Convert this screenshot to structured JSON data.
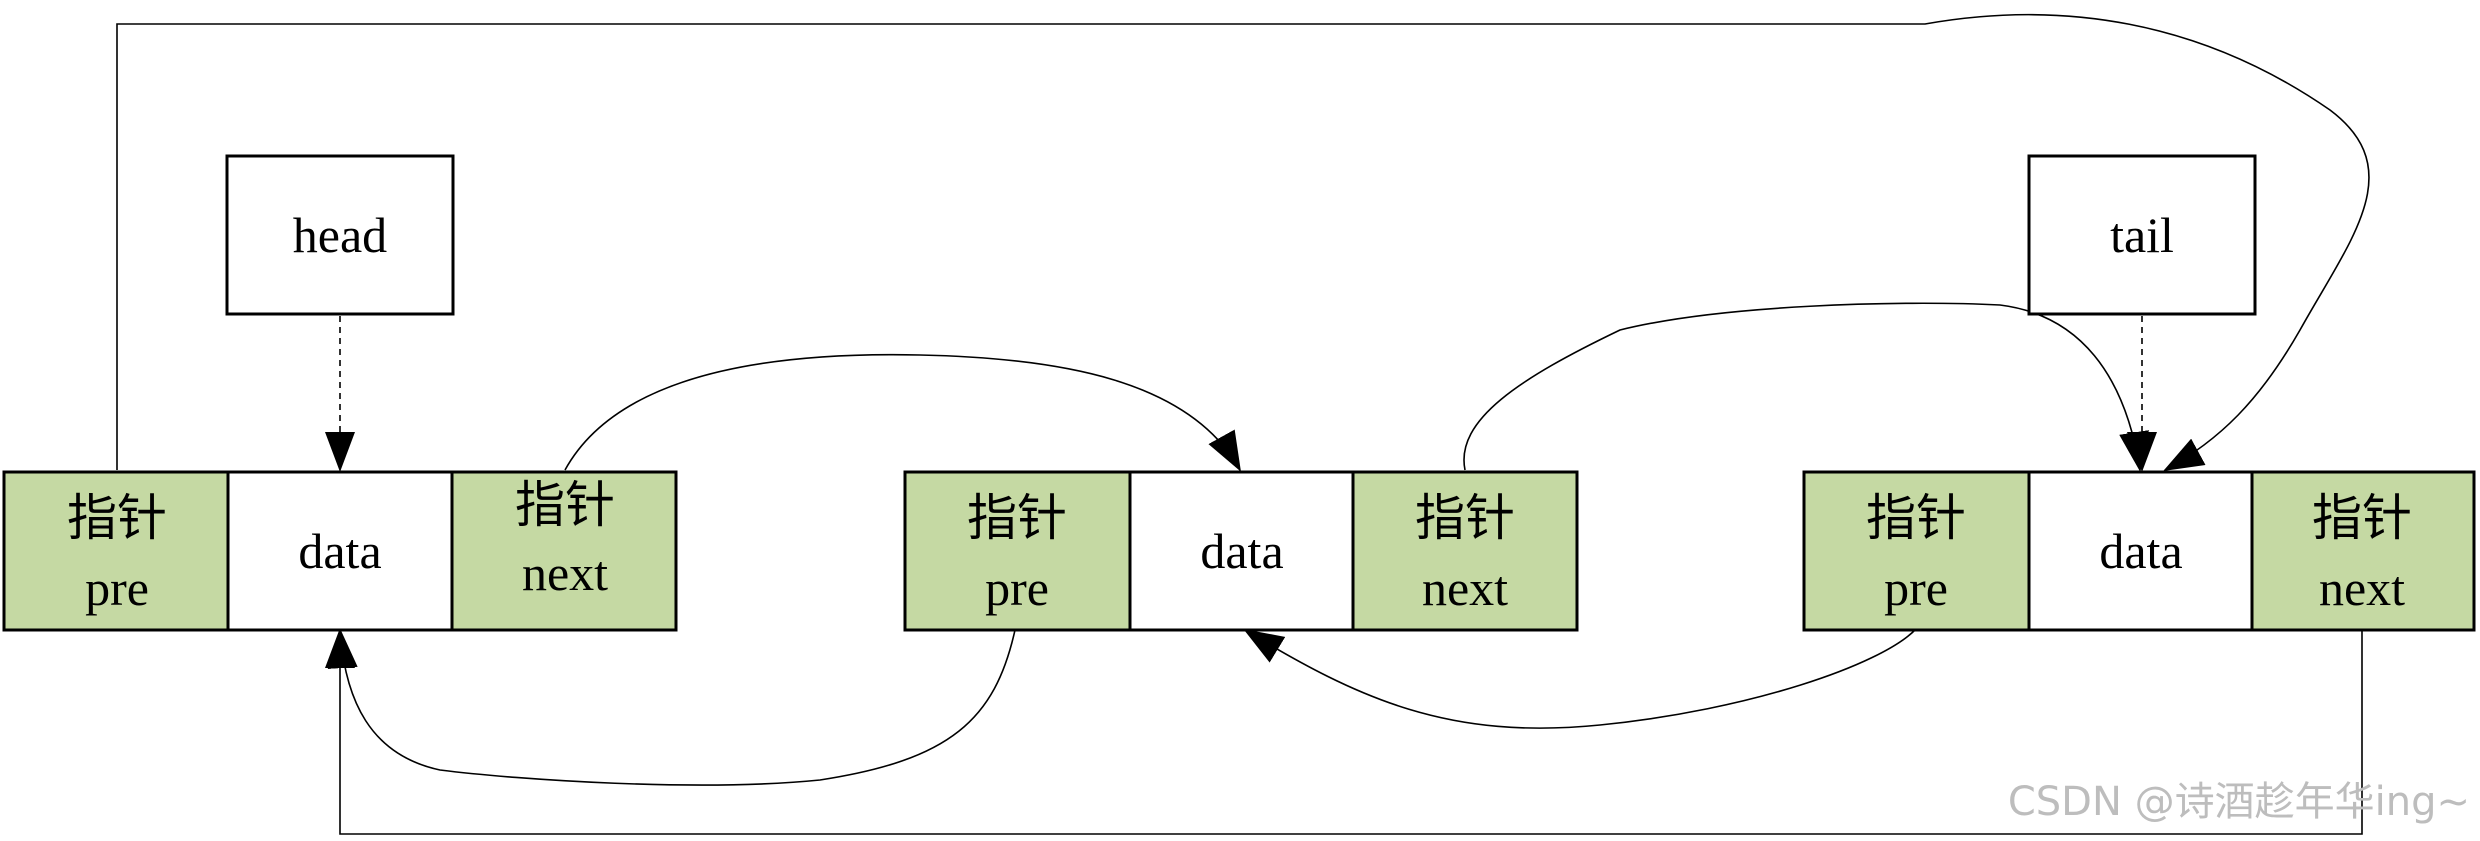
{
  "pointers": {
    "head": "head",
    "tail": "tail"
  },
  "nodes": [
    {
      "pre_label_1": "指针",
      "pre_label_2": "pre",
      "data_label": "data",
      "next_label_1": "指针",
      "next_label_2": "next"
    },
    {
      "pre_label_1": "指针",
      "pre_label_2": "pre",
      "data_label": "data",
      "next_label_1": "指针",
      "next_label_2": "next"
    },
    {
      "pre_label_1": "指针",
      "pre_label_2": "pre",
      "data_label": "data",
      "next_label_1": "指针",
      "next_label_2": "next"
    }
  ],
  "colors": {
    "pointer_cell_fill": "#c5d9a3",
    "data_cell_fill": "#ffffff",
    "outline": "#000000",
    "watermark": "#bdbdbd"
  },
  "watermark": "CSDN @诗酒趁年华ing~"
}
